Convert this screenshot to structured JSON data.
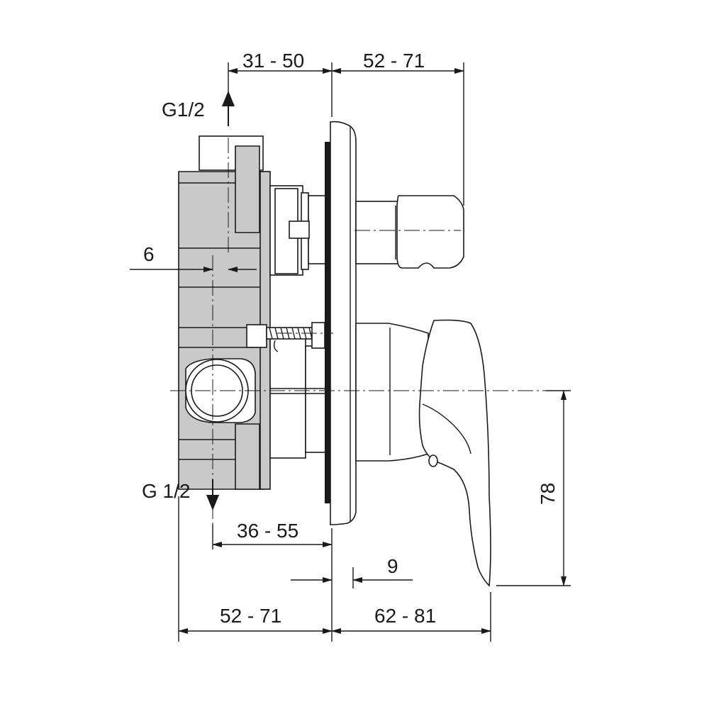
{
  "labels": {
    "outlet_top": "G1/2",
    "outlet_bottom": "G 1/2"
  },
  "dimensions": {
    "top_left": "31 - 50",
    "top_right": "52 - 71",
    "wall_offset": "6",
    "mid_left": "36 - 55",
    "plate_gap": "9",
    "height": "78",
    "bottom_left": "52 - 71",
    "bottom_right": "62 - 81"
  }
}
